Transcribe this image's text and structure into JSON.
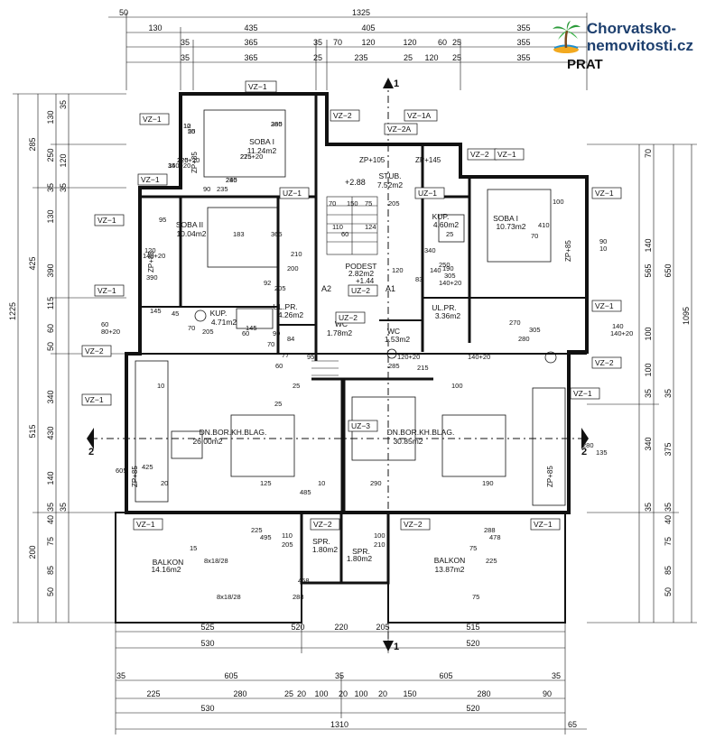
{
  "logo": {
    "line1": "Chorvatsko-",
    "line2": "nemovitosti.cz"
  },
  "floor_label": "PRAT",
  "top_dims": {
    "r1": [
      "50",
      "1325"
    ],
    "r2": [
      "130",
      "435",
      "405",
      "355"
    ],
    "r3": [
      "35",
      "365",
      "35",
      "70",
      "120",
      "120",
      "60",
      "25",
      "355"
    ],
    "r4": [
      "35",
      "365",
      "25",
      "235",
      "25",
      "120",
      "25",
      "355"
    ]
  },
  "bottom_dims": {
    "r1": [
      "525",
      "520",
      "220",
      "205",
      "515"
    ],
    "r2": [
      "530",
      "520"
    ],
    "r3": [
      "35",
      "605",
      "35",
      "605",
      "35"
    ],
    "r4": [
      "225",
      "280",
      "25",
      "20",
      "100",
      "20",
      "100",
      "20",
      "150",
      "280",
      "90"
    ],
    "r5": [
      "530",
      "520"
    ],
    "r6": [
      "1310",
      "65"
    ]
  },
  "left_dims": {
    "outer": "1225",
    "col2": [
      "285",
      "425",
      "515",
      "200"
    ],
    "col3": [
      "130",
      "250",
      "35",
      "130",
      "390",
      "115",
      "60",
      "50",
      "340",
      "430",
      "140",
      "35",
      "40",
      "75",
      "85",
      "50"
    ],
    "col3b": [
      "35",
      "120",
      "35",
      "35"
    ]
  },
  "right_dims": {
    "outer": "1095",
    "col2": [
      "650",
      "565"
    ],
    "col3": [
      "70",
      "140",
      "100",
      "100",
      "35",
      "340",
      "375",
      "40",
      "75",
      "85",
      "50"
    ],
    "col4": [
      "35",
      "35",
      "35"
    ]
  },
  "rooms": [
    {
      "name": "SOBA I",
      "area": "11.24m2"
    },
    {
      "name": "SOBA II",
      "area": "10.04m2"
    },
    {
      "name": "STUB.",
      "area": "7.52m2"
    },
    {
      "name": "KUP.",
      "area": "4.60m2"
    },
    {
      "name": "SOBA I",
      "area": "10.73m2"
    },
    {
      "name": "PODEST",
      "area": "2.82m2"
    },
    {
      "name": "KUP.",
      "area": "4.71m2"
    },
    {
      "name": "UL.PR.",
      "area": "4.26m2"
    },
    {
      "name": "WC",
      "area": "1.78m2"
    },
    {
      "name": "WC",
      "area": "1.53m2"
    },
    {
      "name": "UL.PR.",
      "area": "3.36m2"
    },
    {
      "name": "DN.BOR.KH.BLAG.",
      "area": "26.00m2"
    },
    {
      "name": "DN.BOR.KH.BLAG.",
      "area": "30.85m2"
    },
    {
      "name": "BALKON",
      "area": "14.16m2"
    },
    {
      "name": "SPR.",
      "area": "1.80m2"
    },
    {
      "name": "SPR.",
      "area": "1.80m2"
    },
    {
      "name": "BALKON",
      "area": "13.87m2"
    }
  ],
  "tags": {
    "vz1": "VZ−1",
    "vz2": "VZ−2",
    "vz1a": "VZ−1A",
    "vz2a": "VZ−2A",
    "uz1": "UZ−1",
    "uz2": "UZ−2",
    "uz3": "UZ−3",
    "zp85": "ZP+85",
    "zp105": "ZP+105",
    "zp145": "ZP+145",
    "a1": "A1",
    "a2": "A2",
    "s1": "1",
    "s2": "2",
    "lvl": "+2.88",
    "lvl2": "+1.44"
  },
  "inner_labels": [
    "365",
    "275",
    "245",
    "120",
    "140+20",
    "10",
    "25",
    "90",
    "235",
    "183",
    "365",
    "95",
    "120",
    "140+20",
    "390",
    "210",
    "200",
    "92",
    "205",
    "60",
    "80+20",
    "145",
    "45",
    "70",
    "205",
    "145",
    "60",
    "90",
    "70",
    "84",
    "77",
    "60",
    "25",
    "95",
    "10",
    "25",
    "20",
    "125",
    "10",
    "425",
    "605",
    "290",
    "190",
    "280",
    "135",
    "140",
    "140+20",
    "270",
    "280",
    "305",
    "140+20",
    "100",
    "120+20",
    "285",
    "215",
    "100",
    "410",
    "70",
    "90",
    "10",
    "25",
    "190",
    "305",
    "250",
    "340",
    "140",
    "140+20",
    "83",
    "60",
    "70",
    "75",
    "205",
    "150",
    "120",
    "110",
    "124",
    "110",
    "205",
    "100",
    "210",
    "15",
    "8x18/28",
    "8x18/28",
    "75",
    "225",
    "75",
    "225",
    "495",
    "288",
    "478",
    "485",
    "288",
    "468",
    "280",
    "225+20",
    "280",
    "225+20",
    "35",
    "12",
    "50"
  ]
}
